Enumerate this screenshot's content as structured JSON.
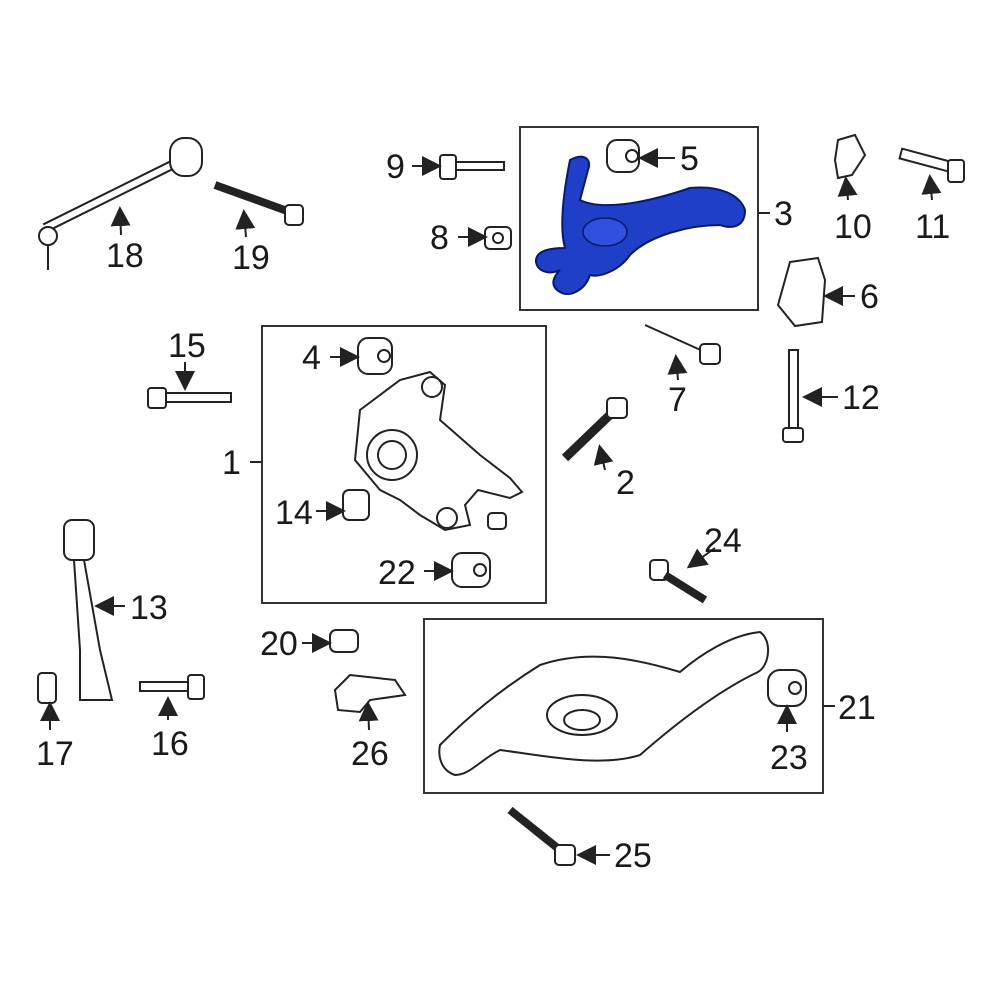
{
  "diagram": {
    "title_hidden": null,
    "highlight_color": "#1f3fc8",
    "highlighted_part": "3",
    "callouts": {
      "c1": "1",
      "c2": "2",
      "c3": "3",
      "c4": "4",
      "c5": "5",
      "c6": "6",
      "c7": "7",
      "c8": "8",
      "c9": "9",
      "c10": "10",
      "c11": "11",
      "c12": "12",
      "c13": "13",
      "c14": "14",
      "c15": "15",
      "c16": "16",
      "c17": "17",
      "c18": "18",
      "c19": "19",
      "c20": "20",
      "c21": "21",
      "c22": "22",
      "c23": "23",
      "c24": "24",
      "c25": "25",
      "c26": "26"
    }
  }
}
